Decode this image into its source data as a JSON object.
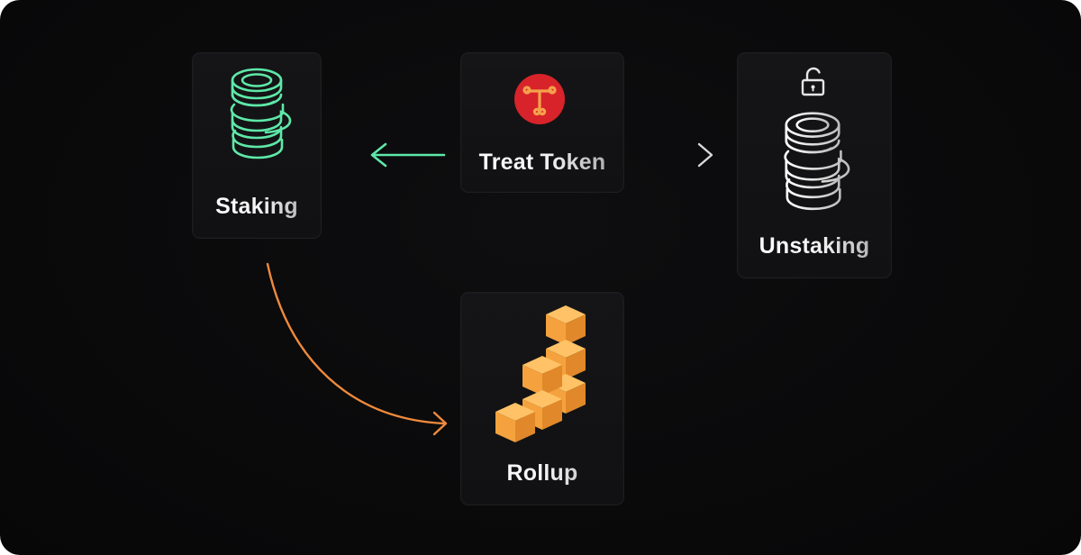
{
  "nodes": {
    "staking": {
      "label": "Staking",
      "icon": "green-coin-stack-icon"
    },
    "treat_token": {
      "label": "Treat Token",
      "icon": "treat-token-logo"
    },
    "unstaking": {
      "label": "Unstaking",
      "icon": "white-coin-stack-icon",
      "badge_icon": "unlock-icon"
    },
    "rollup": {
      "label": "Rollup",
      "icon": "orange-cubes-icon"
    }
  },
  "edges": [
    {
      "from": "treat_token",
      "to": "staking",
      "style": "solid",
      "color": "#5ee8a8"
    },
    {
      "from": "treat_token",
      "to": "unstaking",
      "style": "dotted",
      "color": "#e6e6e6"
    },
    {
      "from": "staking",
      "to": "rollup",
      "style": "curved",
      "color": "#f08a3c"
    }
  ],
  "colors": {
    "background": "#09090a",
    "card": "#141416",
    "staking_accent": "#5ee8a8",
    "token_red": "#d8232a",
    "token_orange": "#f4a24a",
    "rollup_orange": "#f7a84a"
  }
}
